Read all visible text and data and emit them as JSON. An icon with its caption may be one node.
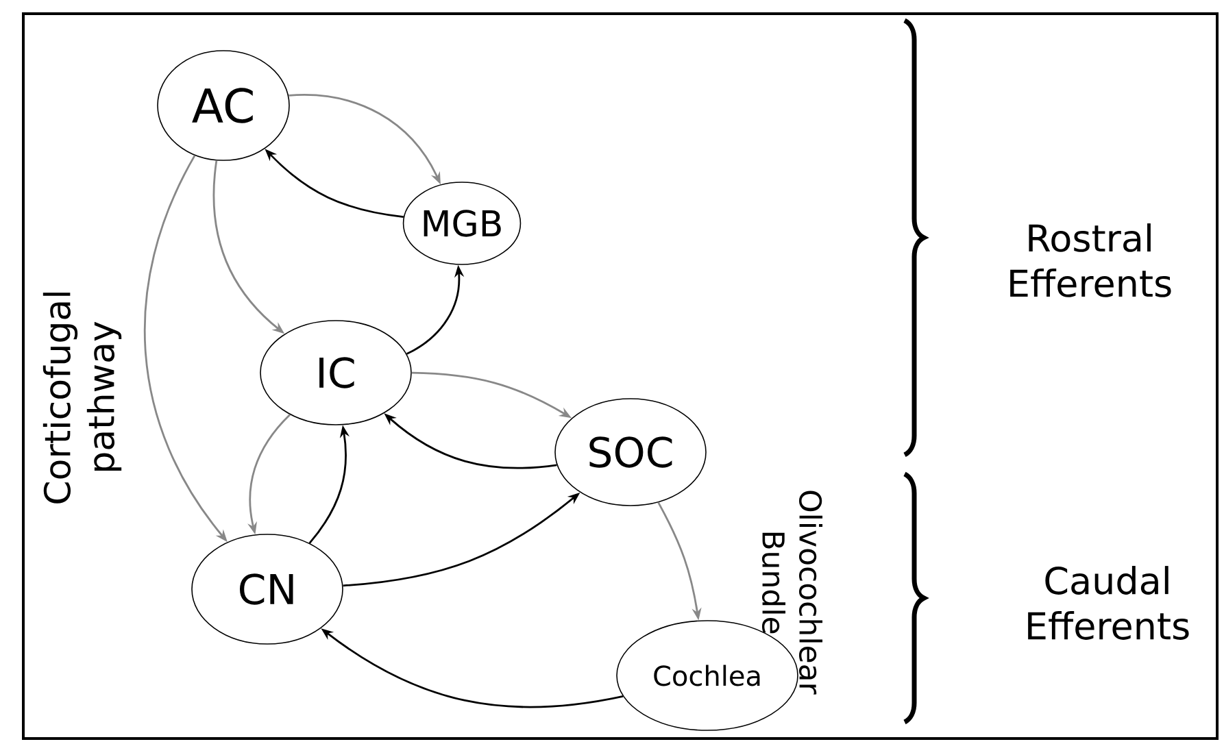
{
  "diagram": {
    "nodes": [
      {
        "text": [
          "AC"
        ]
      },
      {
        "text": [
          "MGB"
        ]
      },
      {
        "text": [
          "IC"
        ]
      },
      {
        "text": [
          "SOC"
        ]
      },
      {
        "text": [
          "CN"
        ]
      },
      {
        "text": [
          "Cochlea"
        ]
      }
    ],
    "edges": [
      {
        "from": 0,
        "to": 1,
        "arrow": "to",
        "color": "#888888"
      },
      {
        "from": 1,
        "to": 0,
        "arrow": "to",
        "color": "#000000"
      },
      {
        "from": 0,
        "to": 2,
        "arrow": "to",
        "color": "#888888"
      },
      {
        "from": 2,
        "to": 1,
        "arrow": "to",
        "color": "#000000"
      },
      {
        "from": 0,
        "to": 4,
        "arrow": "to",
        "color": "#888888"
      },
      {
        "from": 2,
        "to": 3,
        "arrow": "to",
        "color": "#888888"
      },
      {
        "from": 3,
        "to": 2,
        "arrow": "to",
        "color": "#000000"
      },
      {
        "from": 2,
        "to": 4,
        "arrow": "to",
        "color": "#888888"
      },
      {
        "from": 4,
        "to": 2,
        "arrow": "to",
        "color": "#000000"
      },
      {
        "from": 4,
        "to": 3,
        "arrow": "to",
        "color": "#000000"
      },
      {
        "from": 3,
        "to": 5,
        "arrow": "to",
        "color": "#888888"
      },
      {
        "from": 5,
        "to": 4,
        "arrow": "to",
        "color": "#000000"
      }
    ],
    "labels": [
      "Corticofugal pathway",
      "Olivocochlear Bundle",
      "Rostral Efferents",
      "Caudal Efferents"
    ]
  }
}
